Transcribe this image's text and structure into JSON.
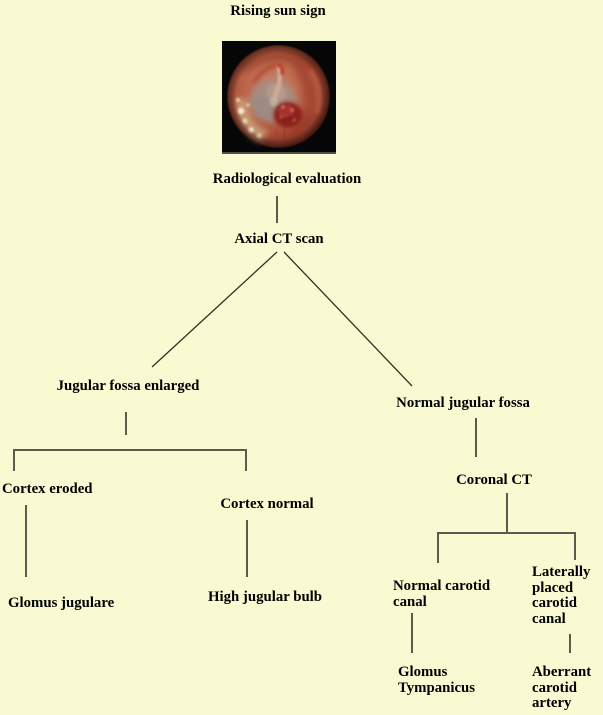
{
  "page": {
    "background_color": "#FAFAD2",
    "connector_color": "#5C5C4E",
    "branch_color": "#2F2F28",
    "text_color": "#000000"
  },
  "flowchart": {
    "title": "Rising sun sign",
    "image": {
      "description": "otoscopic-photo-rising-sun-sign"
    },
    "nodes": {
      "radiological_evaluation": "Radiological evaluation",
      "axial_ct_scan": "Axial CT scan",
      "jugular_fossa_enlarged": "Jugular fossa enlarged",
      "cortex_eroded": "Cortex eroded",
      "cortex_normal": "Cortex normal",
      "glomus_jugulare": "Glomus jugulare",
      "high_jugular_bulb": "High jugular bulb",
      "normal_jugular_fossa": "Normal jugular fossa",
      "coronal_ct": "Coronal CT",
      "normal_carotid_canal": "Normal carotid\ncanal",
      "laterally_placed_carotid_canal": "Laterally\nplaced\ncarotid\ncanal",
      "glomus_tympanicus": "Glomus\nTympanicus",
      "aberrant_carotid_artery": "Aberrant\ncarotid\nartery"
    }
  }
}
